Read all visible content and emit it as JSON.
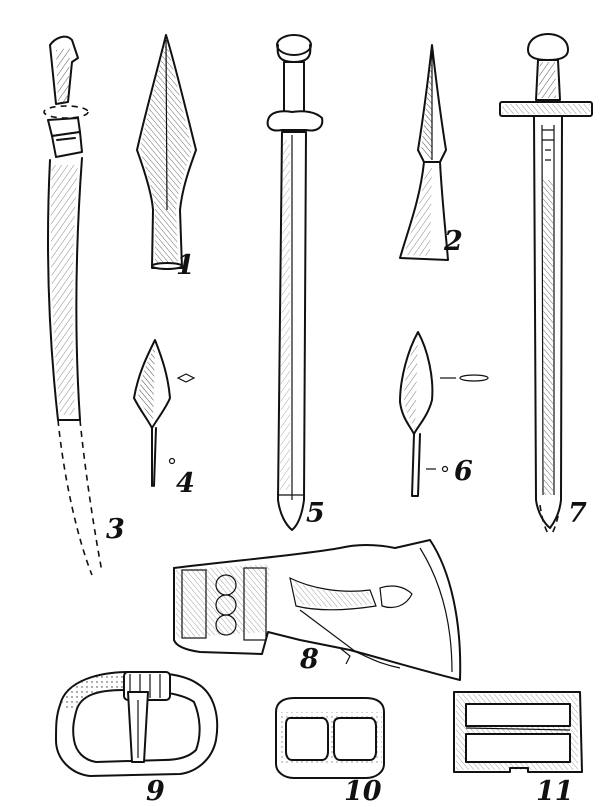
{
  "figure": {
    "labels": [
      "1",
      "2",
      "3",
      "4",
      "5",
      "6",
      "7",
      "8",
      "9",
      "10",
      "11"
    ]
  },
  "palette": {
    "ink": "#111111",
    "paper": "#ffffff"
  },
  "items": [
    {
      "id": "1",
      "kind": "spearhead-icon"
    },
    {
      "id": "2",
      "kind": "spearhead-narrow-icon"
    },
    {
      "id": "3",
      "kind": "sabre-icon"
    },
    {
      "id": "4",
      "kind": "arrowhead-icon"
    },
    {
      "id": "5",
      "kind": "sword-icon"
    },
    {
      "id": "6",
      "kind": "arrowhead-leaf-icon"
    },
    {
      "id": "7",
      "kind": "sword-crossguard-icon"
    },
    {
      "id": "8",
      "kind": "axe-head-icon"
    },
    {
      "id": "9",
      "kind": "buckle-icon"
    },
    {
      "id": "10",
      "kind": "double-buckle-icon"
    },
    {
      "id": "11",
      "kind": "frame-buckle-icon"
    }
  ]
}
